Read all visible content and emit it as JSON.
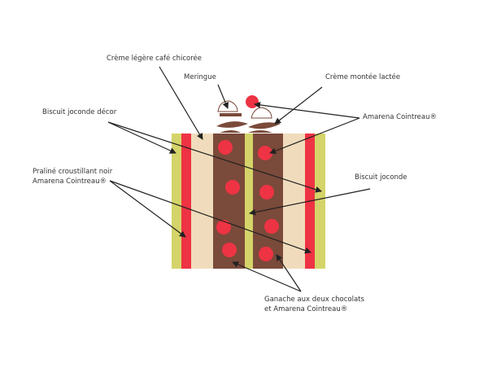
{
  "labels": {
    "creme_legere": "Crème légère café chicorée",
    "meringue": "Meringue",
    "creme_montee": "Crème montée lactée",
    "biscuit_decor": "Biscuit joconde décor",
    "amarena": "Amarena Cointreau®",
    "biscuit_joconde": "Biscuit joconde",
    "praline_line1": "Praliné croustillant noir",
    "praline_line2": "Amarena Cointreau®",
    "ganache_line1": "Ganache aux deux chocolats",
    "ganache_line2": "et Amarena Cointreau®"
  },
  "colors": {
    "green": "#d4d46a",
    "red": "#ee3344",
    "beige": "#f0dcbc",
    "brown": "#7a4a3a",
    "arrow": "#222222"
  }
}
